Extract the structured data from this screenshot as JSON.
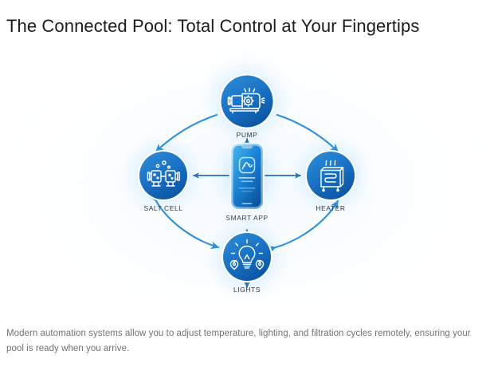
{
  "page_title": "The Connected Pool: Total Control at Your Fingertips",
  "caption": "Modern automation systems allow you to adjust temperature, lighting, and filtration cycles remotely, ensuring your pool is ready when you arrive.",
  "colors": {
    "node_fill_light": "#2a86d4",
    "node_fill_dark": "#0f5ba8",
    "glow": "#8fcdfb",
    "arrow": "#2f8fda",
    "arrow_straight": "#2a6fb5",
    "phone_screen_light": "#35a9e8",
    "phone_screen_dark": "#0d63b5",
    "label_text": "#2f3a45",
    "title_text": "#1c1c1c",
    "caption_text": "#6f7277",
    "panel_background": "#fbfdff"
  },
  "diagram": {
    "center": {
      "label": "SMART APP",
      "icon": "smartphone-icon",
      "app_icon": "wave-app-icon"
    },
    "nodes": [
      {
        "id": "pump",
        "label": "PUMP",
        "icon": "pump-icon",
        "position": "top"
      },
      {
        "id": "salt-cell",
        "label": "SALT CELL",
        "icon": "salt-cell-icon",
        "position": "left"
      },
      {
        "id": "heater",
        "label": "HEATER",
        "icon": "heater-icon",
        "position": "right"
      },
      {
        "id": "lights",
        "label": "LIGHTS",
        "icon": "light-bulb-icon",
        "position": "bottom"
      }
    ],
    "connections": [
      {
        "from": "smart-app",
        "to": "pump",
        "style": "straight",
        "heads": "single"
      },
      {
        "from": "smart-app",
        "to": "salt-cell",
        "style": "straight",
        "heads": "single"
      },
      {
        "from": "smart-app",
        "to": "heater",
        "style": "straight",
        "heads": "single"
      },
      {
        "from": "smart-app",
        "to": "lights",
        "style": "straight",
        "heads": "single"
      },
      {
        "from": "pump",
        "to": "salt-cell",
        "style": "arc",
        "heads": "single"
      },
      {
        "from": "pump",
        "to": "heater",
        "style": "arc",
        "heads": "single"
      },
      {
        "from": "salt-cell",
        "to": "lights",
        "style": "arc",
        "heads": "double"
      },
      {
        "from": "lights",
        "to": "heater",
        "style": "arc",
        "heads": "double"
      }
    ]
  }
}
